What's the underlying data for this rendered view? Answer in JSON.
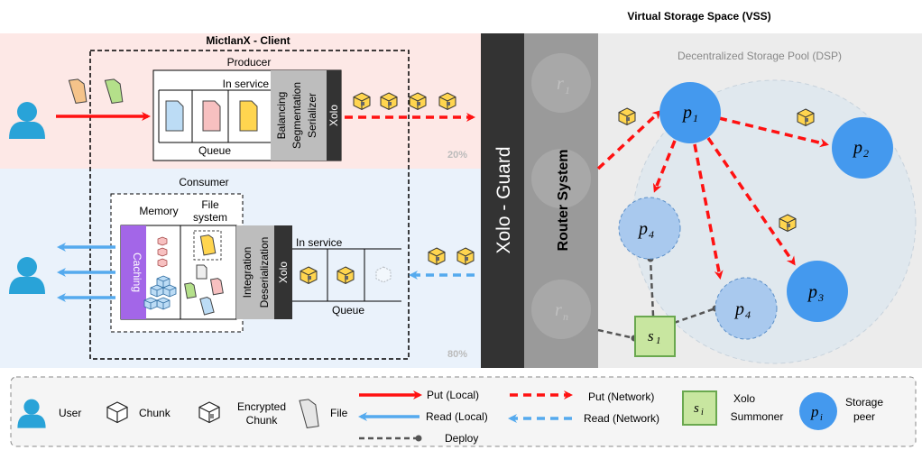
{
  "vss_title": "Virtual Storage Space (VSS)",
  "client_title": "MictlanX - Client",
  "producer": {
    "title": "Producer",
    "in_service": "In service",
    "queue": "Queue",
    "balancing": "Balancing",
    "segmentation": "Segmentation",
    "serializer": "Serializer",
    "xolo": "Xolo"
  },
  "consumer": {
    "title": "Consumer",
    "memory": "Memory",
    "file_system_1": "File",
    "file_system_2": "system",
    "caching": "Caching",
    "integration": "Integration",
    "deserialization": "Deserialization",
    "xolo": "Xolo",
    "in_service": "In service",
    "queue": "Queue"
  },
  "pct_top": "20%",
  "pct_bottom": "80%",
  "guard_label": "Xolo - Guard",
  "router_label": "Router System",
  "router_nodes": {
    "r1_base": "r",
    "r1_sub": "1",
    "rn_base": "r",
    "rn_sub": "n"
  },
  "dsp_title": "Decentralized Storage Pool (DSP)",
  "peers": {
    "p1_base": "p",
    "p1_sub": "1",
    "p2_base": "p",
    "p2_sub": "2",
    "p3_base": "p",
    "p3_sub": "3",
    "p4a_base": "p",
    "p4a_sub": "4",
    "p4b_base": "p",
    "p4b_sub": "4"
  },
  "summoner": {
    "base": "s",
    "sub": "1"
  },
  "legend": {
    "user": "User",
    "chunk": "Chunk",
    "encrypted_1": "Encrypted",
    "encrypted_2": "Chunk",
    "file": "File",
    "put_local": "Put (Local)",
    "read_local": "Read (Local)",
    "put_network": "Put (Network)",
    "read_network": "Read (Network)",
    "deploy": "Deploy",
    "summoner_base": "s",
    "summoner_sub": "i",
    "xolo": "Xolo",
    "summoner_label": "Summoner",
    "peer_base": "p",
    "peer_sub": "i",
    "storage": "Storage",
    "peer": "peer"
  },
  "colors": {
    "put": "#ff1111",
    "read": "#55aaee",
    "peer": "#4499ee",
    "caching": "#a366e8",
    "summoner": "#c8e6a0",
    "guard": "#333333",
    "router": "#9a9a9a"
  }
}
